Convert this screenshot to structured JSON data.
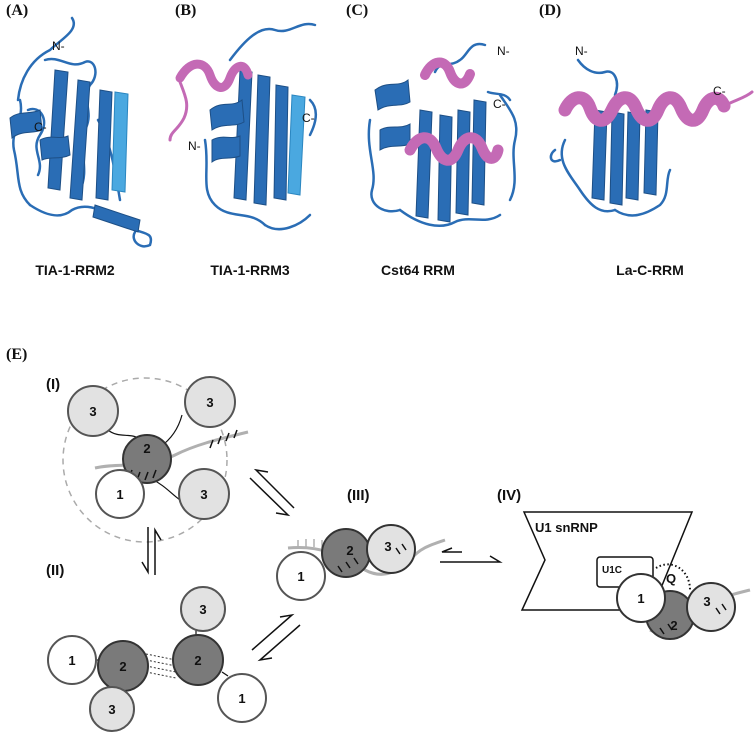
{
  "panels": {
    "a": {
      "label": "(A)",
      "caption": "TIA-1-RRM2",
      "n_term": "N-",
      "c_term": "C-"
    },
    "b": {
      "label": "(B)",
      "caption": "TIA-1-RRM3",
      "n_term": "N-",
      "c_term": "C-"
    },
    "c": {
      "label": "(C)",
      "caption": "Cst64 RRM",
      "n_term": "N-",
      "c_term": "C-"
    },
    "d": {
      "label": "(D)",
      "caption": "La-C-RRM",
      "n_term": "N-",
      "c_term": "C-"
    },
    "e": {
      "label": "(E)"
    }
  },
  "states": {
    "s1": "(I)",
    "s2": "(II)",
    "s3": "(III)",
    "s4": "(IV)"
  },
  "domains": {
    "d1": "1",
    "d2": "2",
    "d3": "3"
  },
  "u1": {
    "complex": "U1 snRNP",
    "protein": "U1C",
    "q": "Q"
  },
  "colors": {
    "rrm_blue": "#2a6db5",
    "rrm_light": "#4aa8e0",
    "helix_pink": "#c46ab5",
    "domain_dark": "#7a7a7a",
    "domain_light": "#e2e2e2",
    "domain_white": "#ffffff",
    "rna": "#b0b0b0"
  }
}
